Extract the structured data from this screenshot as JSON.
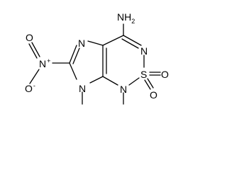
{
  "atoms": {
    "amino": {
      "main": "NH",
      "sub": "2"
    },
    "n_ring_top": "N",
    "sulfur": "S",
    "oxo_1": "O",
    "oxo_2": "O",
    "n_sulfonyl": "N",
    "n_imidazole_methyl": "N",
    "n_imidazole_top": "N",
    "nitro_n": {
      "main": "N",
      "charge": "+"
    },
    "nitro_o_top": "O",
    "nitro_o_bottom": {
      "main": "O",
      "charge": "-"
    }
  }
}
